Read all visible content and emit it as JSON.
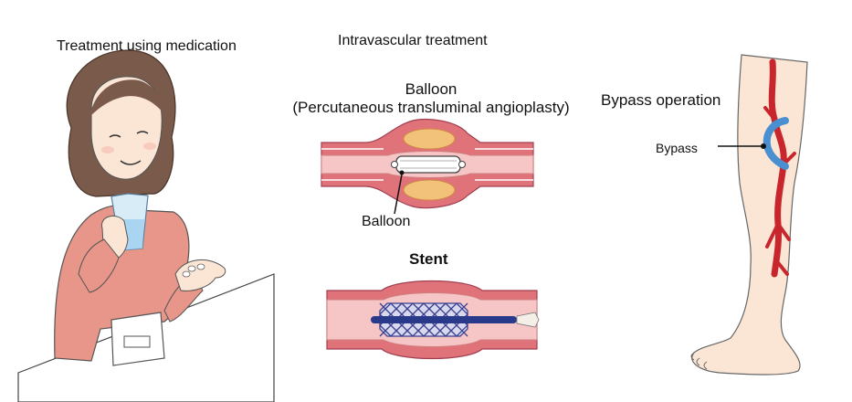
{
  "labels": {
    "medication": "Treatment using medication",
    "intravascular": "Intravascular treatment",
    "balloon_title": "Balloon",
    "pta": "(Percutaneous transluminal angioplasty)",
    "balloon_pointer": "Balloon",
    "stent": "Stent",
    "bypass_operation": "Bypass operation",
    "bypass": "Bypass"
  },
  "colors": {
    "vessel_wall": "#e0727a",
    "vessel_inner": "#f6c6c6",
    "plaque": "#f2c27a",
    "stent_mesh": "#3a3f8f",
    "artery_red": "#c8262c",
    "bypass_blue": "#4a8fd0",
    "shirt": "#e8958a",
    "hair": "#7a5a4a",
    "skin": "#fbe6d6"
  }
}
